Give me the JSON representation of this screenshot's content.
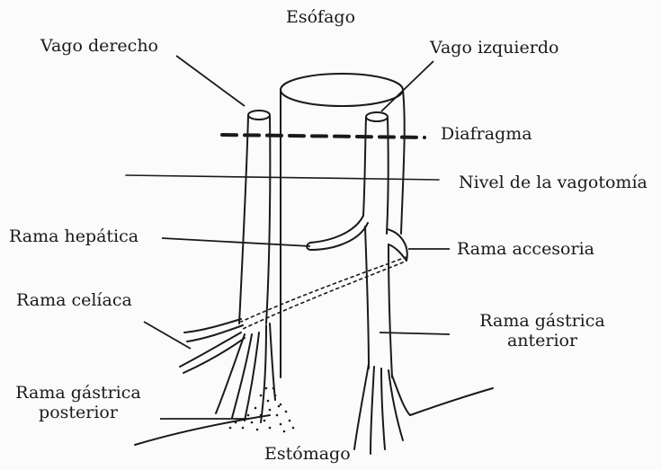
{
  "labels": {
    "esofago": "Esófago",
    "vago_derecho": "Vago derecho",
    "vago_izquierdo": "Vago izquierdo",
    "diafragma": "Diafragma",
    "nivel_vagotomia": "Nivel de la vagotomía",
    "rama_hepatica": "Rama hepática",
    "rama_accesoria": "Rama accesoria",
    "rama_celiaca": "Rama celíaca",
    "rama_gastrica_anterior_1": "Rama gástrica",
    "rama_gastrica_anterior_2": "anterior",
    "rama_gastrica_posterior_1": "Rama gástrica",
    "rama_gastrica_posterior_2": "posterior",
    "estomago": "Estómago"
  },
  "colors": {
    "ink": "#1a1a1a",
    "paper": "#fbfbfb"
  }
}
